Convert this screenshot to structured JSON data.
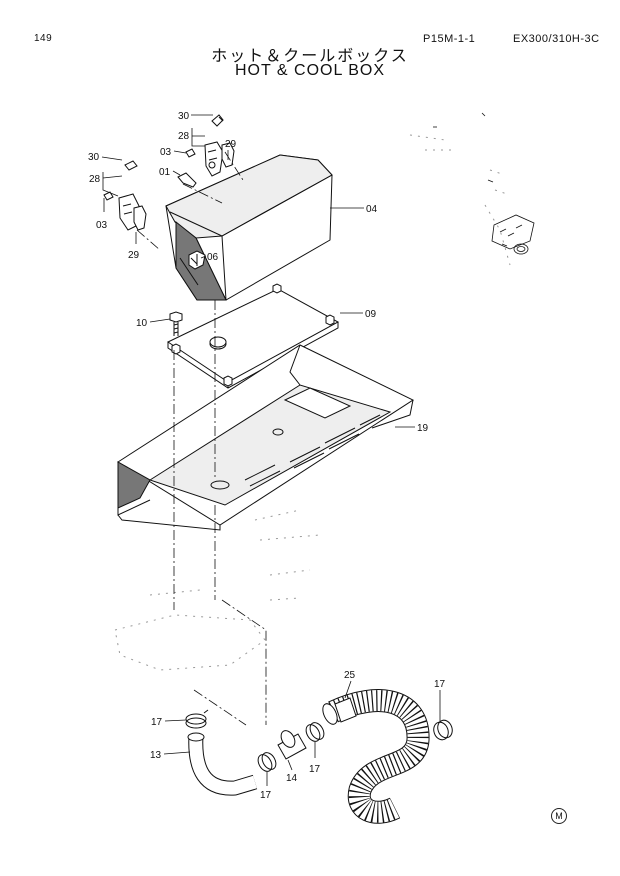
{
  "header": {
    "page_number": "149",
    "section_code": "P15M-1-1",
    "model": "EX300/310H-3C",
    "title_jp": "ホット＆クールボックス",
    "title_en": "HOT & COOL  BOX"
  },
  "callouts": [
    {
      "id": "c30a",
      "text": "30"
    },
    {
      "id": "c28a",
      "text": "28"
    },
    {
      "id": "c03a",
      "text": "03"
    },
    {
      "id": "c29a",
      "text": "29"
    },
    {
      "id": "c01",
      "text": "01"
    },
    {
      "id": "c30b",
      "text": "30"
    },
    {
      "id": "c28b",
      "text": "28"
    },
    {
      "id": "c03b",
      "text": "03"
    },
    {
      "id": "c29b",
      "text": "29"
    },
    {
      "id": "c04",
      "text": "04"
    },
    {
      "id": "c06",
      "text": "06"
    },
    {
      "id": "c10",
      "text": "10"
    },
    {
      "id": "c09",
      "text": "09"
    },
    {
      "id": "c19",
      "text": "19"
    },
    {
      "id": "c25",
      "text": "25"
    },
    {
      "id": "c17a",
      "text": "17"
    },
    {
      "id": "c17b",
      "text": "17"
    },
    {
      "id": "c13",
      "text": "13"
    },
    {
      "id": "c14",
      "text": "14"
    },
    {
      "id": "c17c",
      "text": "17"
    },
    {
      "id": "c17d",
      "text": "17"
    }
  ],
  "footer": {
    "mark": "M"
  }
}
